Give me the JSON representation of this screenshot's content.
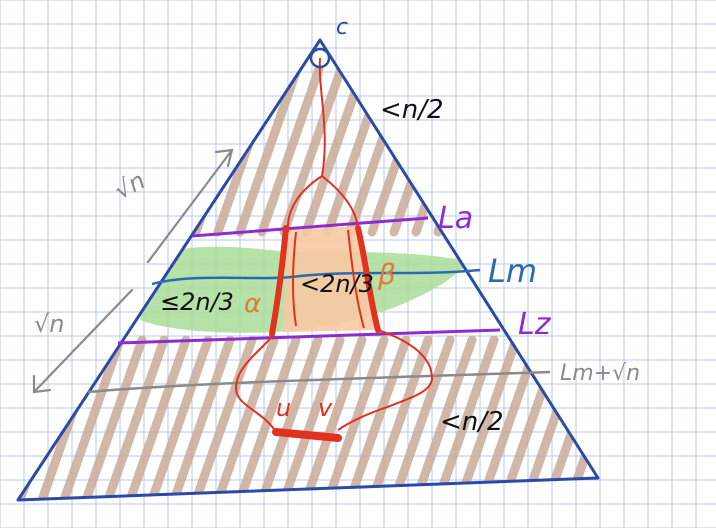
{
  "labels": {
    "root": "c",
    "sqrt_n_upper": "√n",
    "sqrt_n_lower": "√n",
    "top_bound": "<n/2",
    "bottom_bound": "<n/2",
    "center_bound": "<2n/3",
    "left_bound": "≤2n/3",
    "alpha": "α",
    "beta": "β",
    "level_a": "La",
    "level_m": "Lm",
    "level_z": "Lz",
    "level_m_sqrt": "Lm+√n",
    "vertex_u": "u",
    "vertex_v": "v"
  },
  "colors": {
    "grid": "#b9c7e8",
    "triangle": "#2b4aa6",
    "purple": "#8e2bd1",
    "blue_level": "#2a6ab3",
    "red": "#e0321e",
    "gray": "#8a8a8a",
    "brown_hatch": "#c9ab98",
    "green_fill": "#a9dc98",
    "orange_fill": "#f7c9a3",
    "black": "#111111"
  }
}
